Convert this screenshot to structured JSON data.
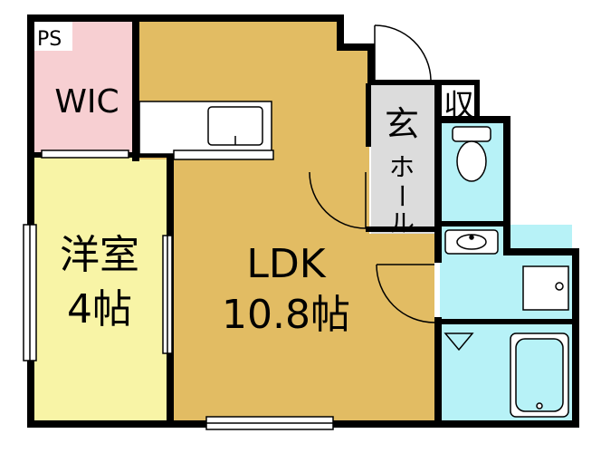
{
  "rooms": {
    "ps": {
      "label": "PS"
    },
    "wic": {
      "label": "WIC"
    },
    "western_room": {
      "label_line1": "洋室",
      "label_line2": "4帖"
    },
    "ldk": {
      "label_line1": "LDK",
      "label_line2": "10.8帖"
    },
    "entrance": {
      "label": "玄",
      "hall_chars": [
        "ホ",
        "ー",
        "ル"
      ]
    },
    "storage": {
      "label": "収"
    }
  },
  "colors": {
    "wic_fill": "#f7cfd2",
    "western_fill": "#f8f4a6",
    "ldk_fill": "#e2bc63",
    "wet_fill": "#b7f2f7",
    "entrance_fill": "#dcdcdc",
    "wall": "#000000",
    "fixture_fill": "#ffffff"
  }
}
